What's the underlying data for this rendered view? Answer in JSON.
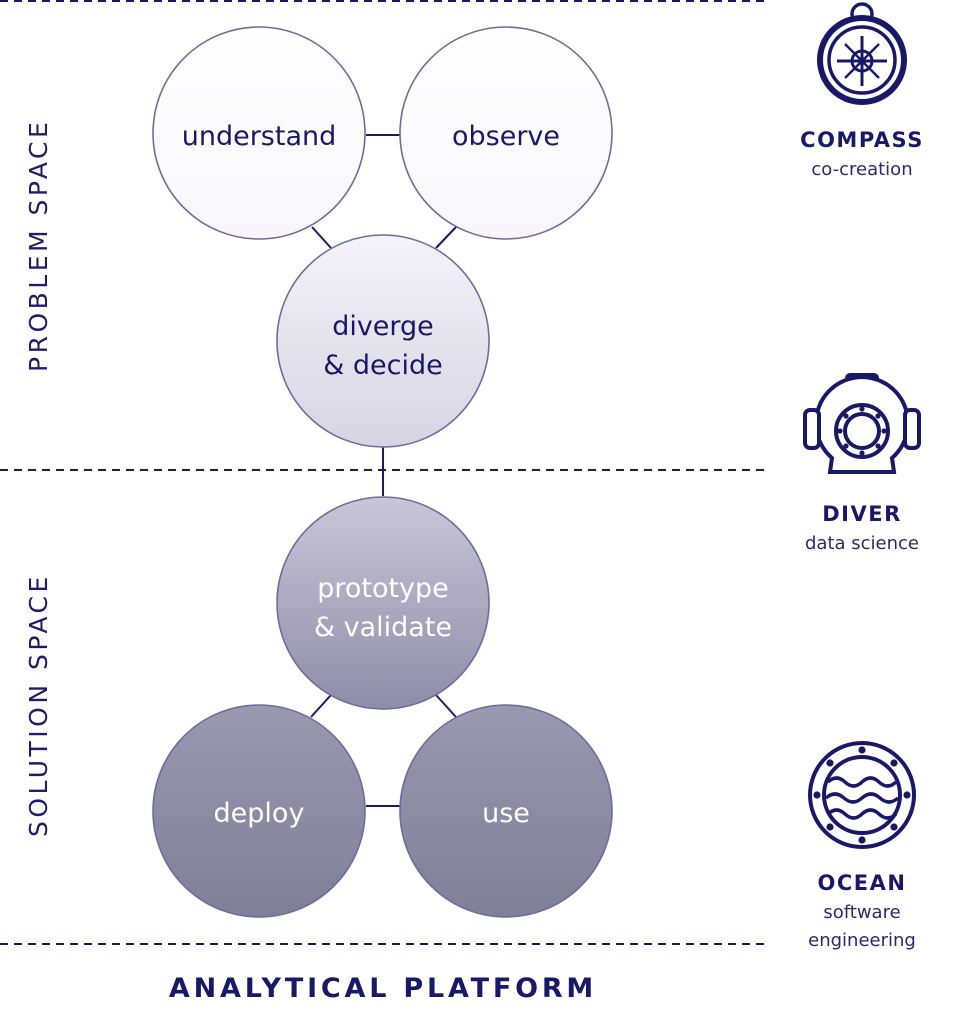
{
  "sections": {
    "problem_space": "PROBLEM SPACE",
    "solution_space": "SOLUTION SPACE",
    "platform": "ANALYTICAL PLATFORM"
  },
  "nodes": {
    "understand": [
      "understand"
    ],
    "observe": [
      "observe"
    ],
    "diverge": [
      "diverge",
      "& decide"
    ],
    "prototype": [
      "prototype",
      "& validate"
    ],
    "deploy": [
      "deploy"
    ],
    "use": [
      "use"
    ]
  },
  "teams": {
    "compass": {
      "name": "COMPASS",
      "sub": [
        "co-creation"
      ],
      "icon": "compass-icon"
    },
    "diver": {
      "name": "DIVER",
      "sub": [
        "data science"
      ],
      "icon": "diver-helmet-icon"
    },
    "ocean": {
      "name": "OCEAN",
      "sub": [
        "software",
        "engineering"
      ],
      "icon": "porthole-waves-icon"
    }
  },
  "colors": {
    "ink": "#1a1868",
    "stroke": "#6e6c9e",
    "dark_fill": "#838399",
    "light_fill": "#ffffff"
  }
}
